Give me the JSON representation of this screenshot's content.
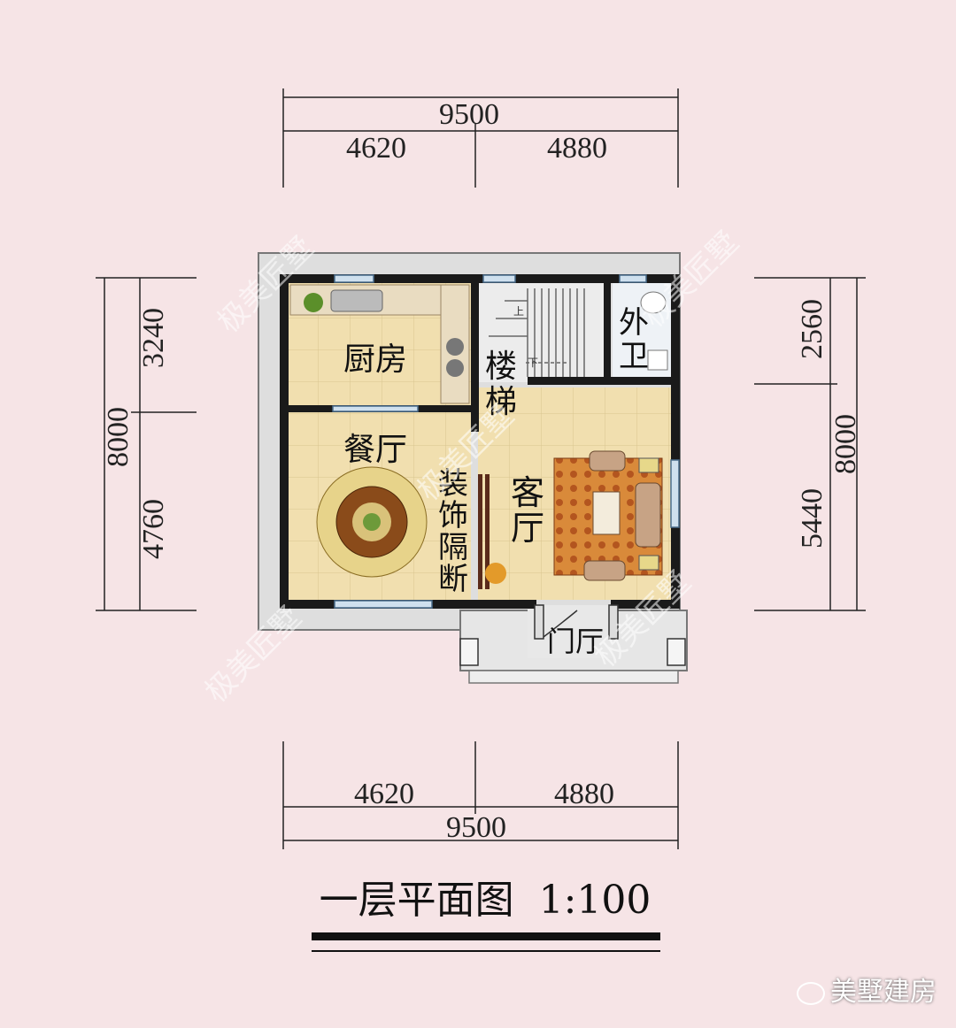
{
  "dimensions": {
    "top_total": "9500",
    "top_left": "4620",
    "top_right": "4880",
    "bottom_total": "9500",
    "bottom_left": "4620",
    "bottom_right": "4880",
    "left_total": "8000",
    "left_upper": "3240",
    "left_lower": "4760",
    "right_total": "8000",
    "right_upper": "2560",
    "right_lower": "5440"
  },
  "rooms": {
    "kitchen": "厨房",
    "stairs": [
      "楼",
      "梯"
    ],
    "bathroom": [
      "外",
      "卫"
    ],
    "dining": "餐厅",
    "partition": [
      "装",
      "饰",
      "隔",
      "断"
    ],
    "living": [
      "客",
      "厅"
    ],
    "entrance": "门厅",
    "stair_up": "上",
    "stair_down": "下"
  },
  "title": "一层平面图  1:100",
  "watermark": "极美匠墅",
  "footer_brand": "美墅建房",
  "colors": {
    "background": "#f6e4e6",
    "wall": "#1a1a1a",
    "floor": "#f1dfaf",
    "tile_line": "#d9c48f"
  }
}
